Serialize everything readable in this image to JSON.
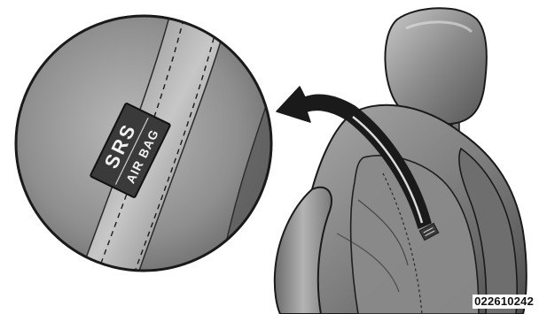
{
  "figure": {
    "code": "022610242",
    "label_line1": "SRS",
    "label_line2": "AIR BAG"
  },
  "icons": {
    "callout_arrow": "curved-arrow-icon",
    "tag": "srs-airbag-label-icon"
  },
  "colors": {
    "background": "#ffffff",
    "outline": "#1a1a1a",
    "seat_fill": "#8c8c8c",
    "tag_fill": "#3a3a3a",
    "tag_text": "#f2f2f2"
  }
}
